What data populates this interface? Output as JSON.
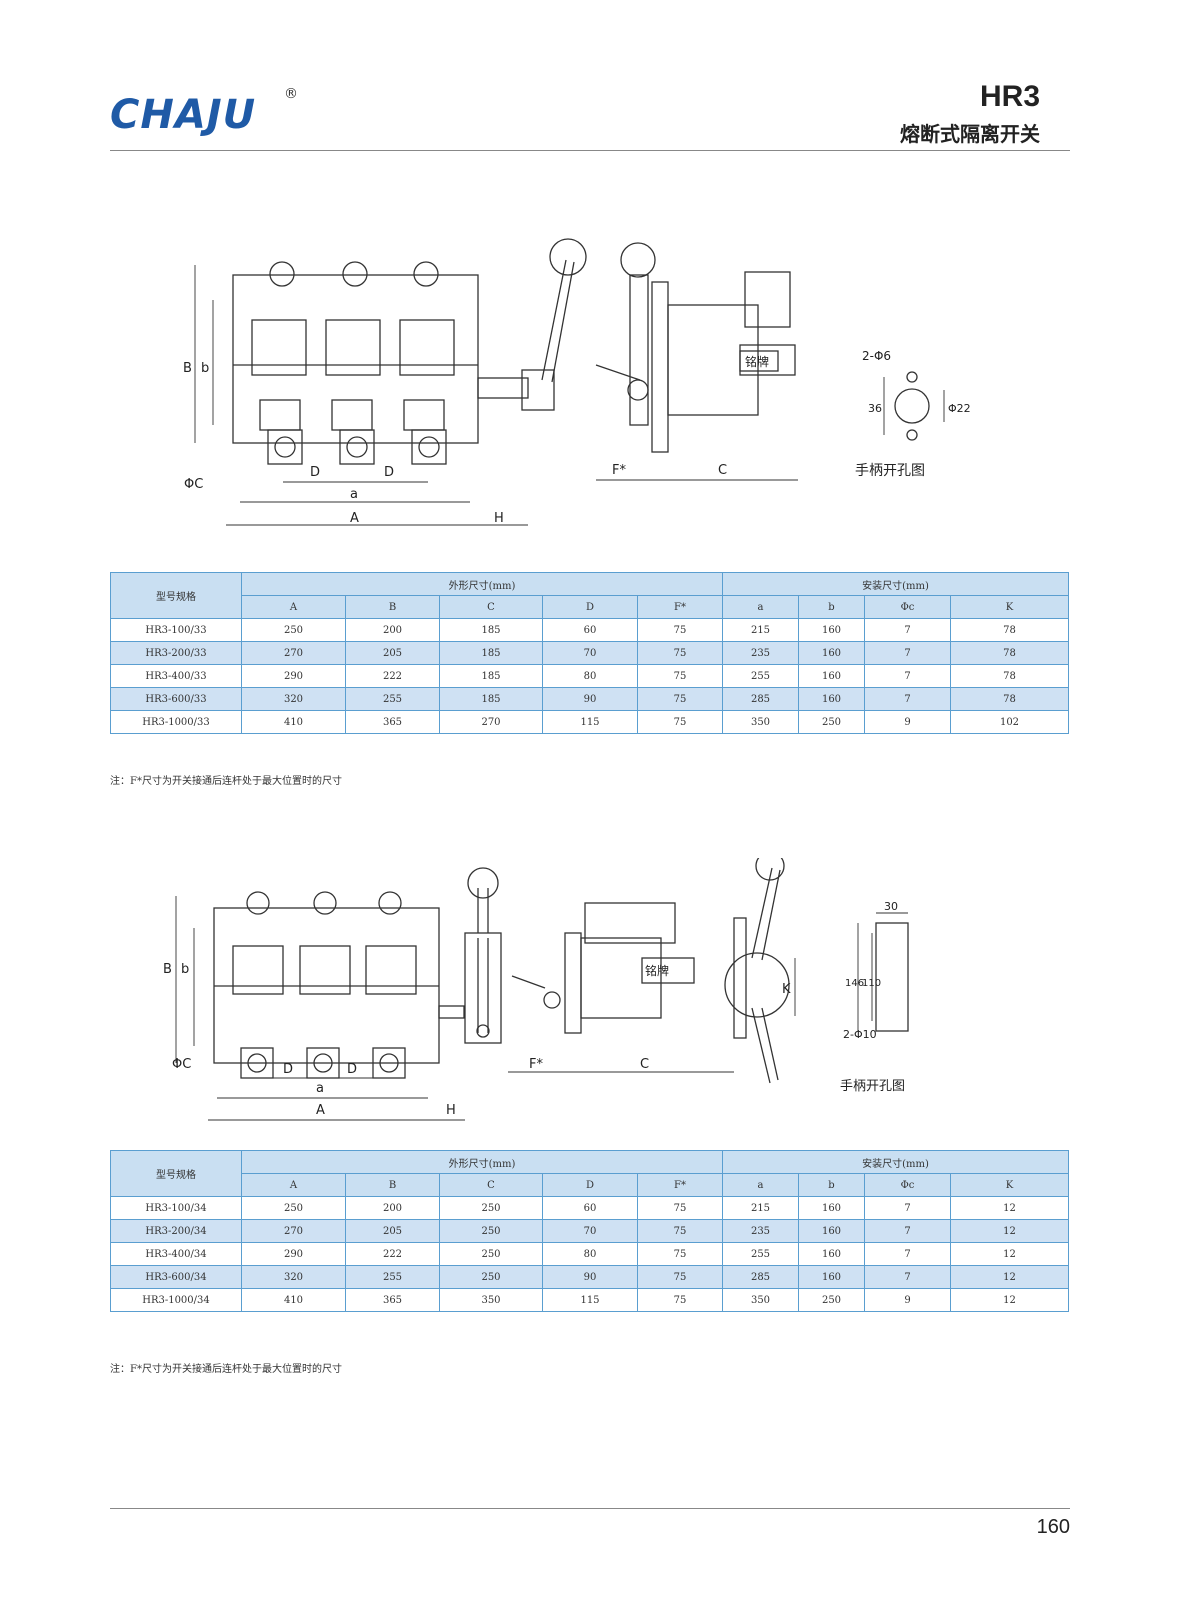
{
  "brand": {
    "name": "CHAJU",
    "registered": "®"
  },
  "header": {
    "model": "HR3",
    "product_name": "熔断式隔离开关"
  },
  "drawing1": {
    "dim_labels": [
      "B",
      "b",
      "ΦC",
      "D",
      "D",
      "a",
      "A",
      "H",
      "F*",
      "C",
      "铭牌"
    ],
    "hole": {
      "holes": "2-Φ6",
      "height": "36",
      "dia": "Φ22",
      "caption": "手柄开孔图"
    }
  },
  "drawing2": {
    "dim_labels": [
      "B",
      "b",
      "ΦC",
      "D",
      "D",
      "a",
      "A",
      "H",
      "F*",
      "C",
      "K",
      "铭牌"
    ],
    "hole": {
      "width": "30",
      "h1": "146",
      "h2": "110",
      "holes": "2-Φ10",
      "caption": "手柄开孔图"
    }
  },
  "table1": {
    "col_model": "型号规格",
    "group_outer": "外形尺寸(mm)",
    "group_mount": "安装尺寸(mm)",
    "subheaders": [
      "A",
      "B",
      "C",
      "D",
      "F*",
      "a",
      "b",
      "Φc",
      "K"
    ],
    "rows": [
      [
        "HR3-100/33",
        "250",
        "200",
        "185",
        "60",
        "75",
        "215",
        "160",
        "7",
        "78"
      ],
      [
        "HR3-200/33",
        "270",
        "205",
        "185",
        "70",
        "75",
        "235",
        "160",
        "7",
        "78"
      ],
      [
        "HR3-400/33",
        "290",
        "222",
        "185",
        "80",
        "75",
        "255",
        "160",
        "7",
        "78"
      ],
      [
        "HR3-600/33",
        "320",
        "255",
        "185",
        "90",
        "75",
        "285",
        "160",
        "7",
        "78"
      ],
      [
        "HR3-1000/33",
        "410",
        "365",
        "270",
        "115",
        "75",
        "350",
        "250",
        "9",
        "102"
      ]
    ],
    "note": "注：F*尺寸为开关接通后连杆处于最大位置时的尺寸"
  },
  "table2": {
    "col_model": "型号规格",
    "group_outer": "外形尺寸(mm)",
    "group_mount": "安装尺寸(mm)",
    "subheaders": [
      "A",
      "B",
      "C",
      "D",
      "F*",
      "a",
      "b",
      "Φc",
      "K"
    ],
    "rows": [
      [
        "HR3-100/34",
        "250",
        "200",
        "250",
        "60",
        "75",
        "215",
        "160",
        "7",
        "12"
      ],
      [
        "HR3-200/34",
        "270",
        "205",
        "250",
        "70",
        "75",
        "235",
        "160",
        "7",
        "12"
      ],
      [
        "HR3-400/34",
        "290",
        "222",
        "250",
        "80",
        "75",
        "255",
        "160",
        "7",
        "12"
      ],
      [
        "HR3-600/34",
        "320",
        "255",
        "250",
        "90",
        "75",
        "285",
        "160",
        "7",
        "12"
      ],
      [
        "HR3-1000/34",
        "410",
        "365",
        "350",
        "115",
        "75",
        "350",
        "250",
        "9",
        "12"
      ]
    ],
    "note": "注：F*尺寸为开关接通后连杆处于最大位置时的尺寸"
  },
  "footer": {
    "page_number": "160"
  }
}
